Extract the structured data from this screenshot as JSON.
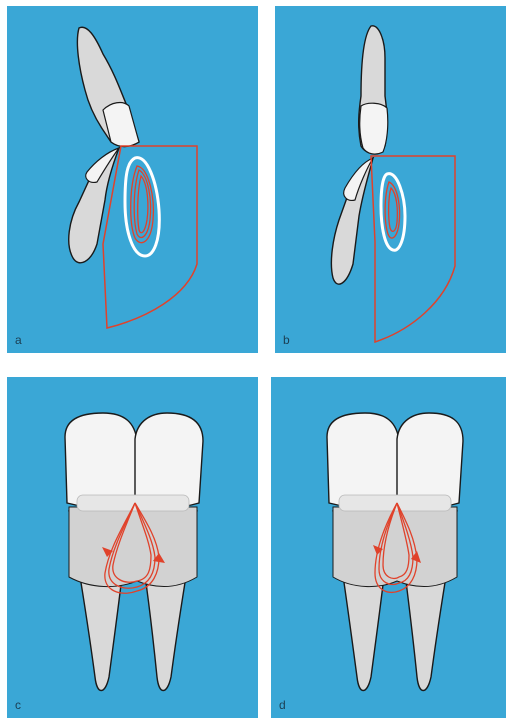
{
  "panels": [
    {
      "id": "a",
      "label": "a"
    },
    {
      "id": "b",
      "label": "b"
    },
    {
      "id": "c",
      "label": "c"
    },
    {
      "id": "d",
      "label": "d"
    }
  ],
  "colors": {
    "background": "#3aa7d6",
    "tooth_fill": "#d9d9d9",
    "enamel_fill": "#f4f4f4",
    "outline": "#1a1a1a",
    "suture_red": "#e0422b"
  }
}
